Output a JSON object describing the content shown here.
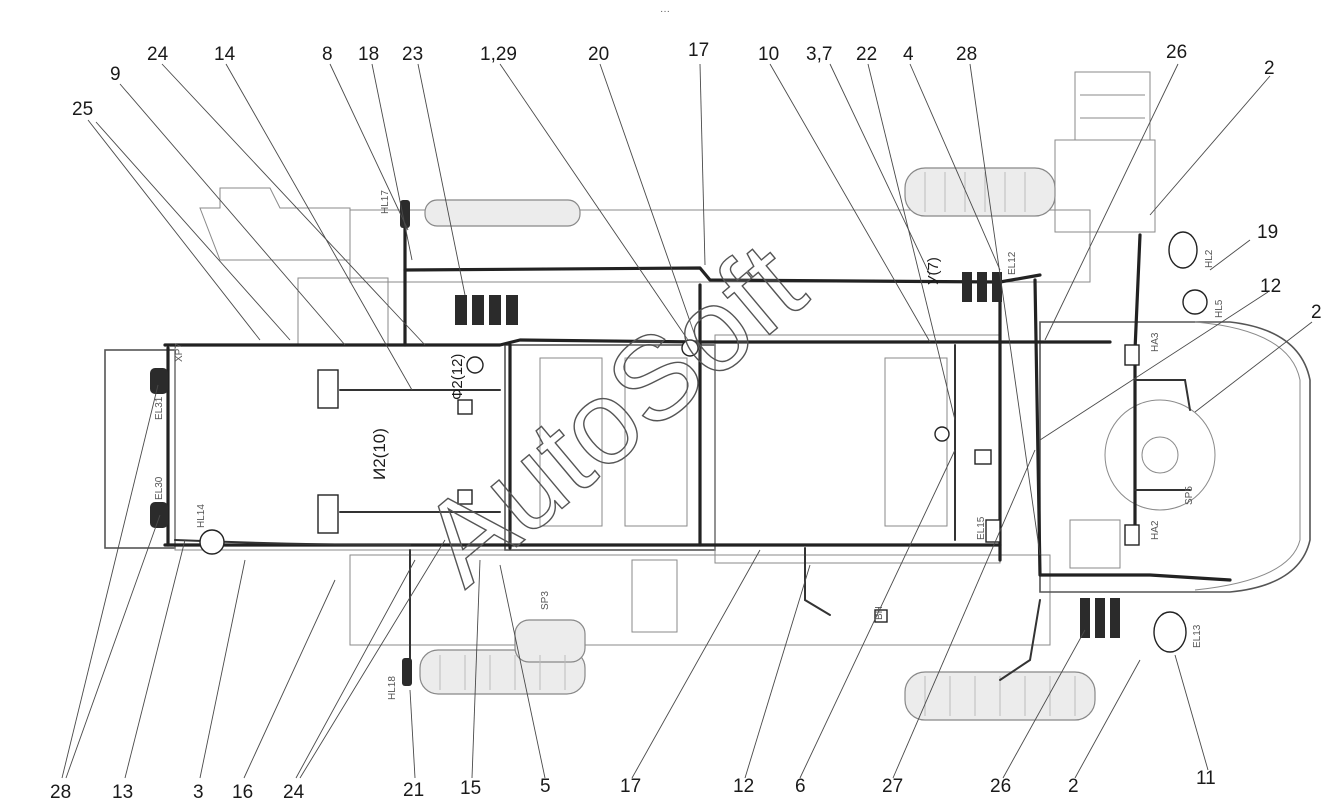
{
  "diagram": {
    "watermark": "AutoSoft",
    "top_labels": [
      "25",
      "9",
      "24",
      "14",
      "8",
      "18",
      "23",
      "1,29",
      "20",
      "17",
      "10",
      "3,7",
      "22",
      "4",
      "28",
      "26",
      "2",
      "19",
      "12",
      "2"
    ],
    "bottom_labels": [
      "28",
      "13",
      "3",
      "16",
      "24",
      "21",
      "15",
      "5",
      "17",
      "12",
      "6",
      "27",
      "26",
      "2",
      "11"
    ],
    "inline_labels": [
      "И2(10)",
      "Ф2(12)",
      "У(7)"
    ],
    "component_codes": [
      "HL17",
      "HL18",
      "HL14",
      "EL31",
      "EL30",
      "EL15",
      "EL12",
      "EL13",
      "HL2",
      "HL5",
      "HA3",
      "HA2",
      "SP5",
      "XP7",
      "ВН",
      "SP3"
    ]
  }
}
